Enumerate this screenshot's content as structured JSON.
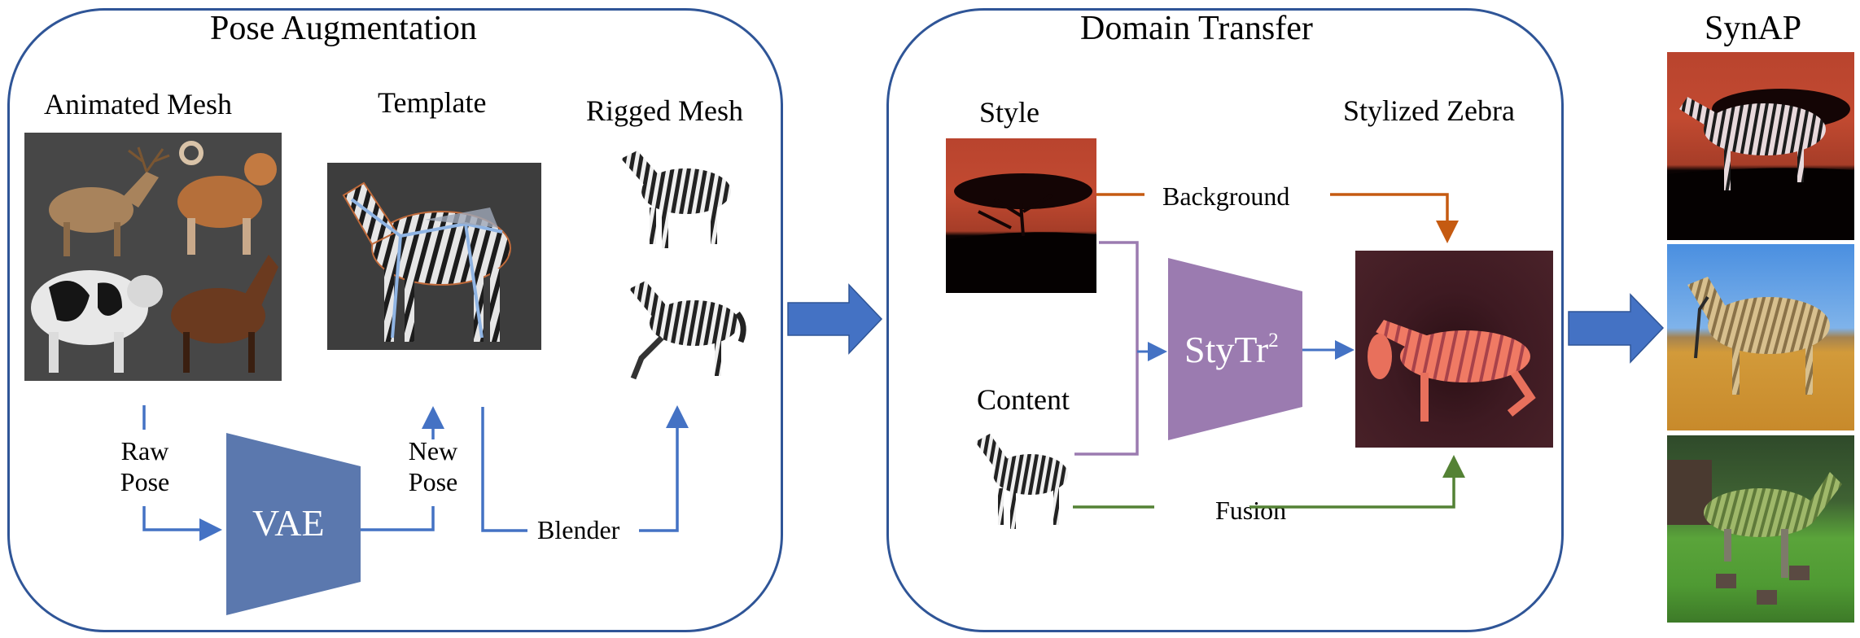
{
  "figure": {
    "colors": {
      "panel_border": "#2f5597",
      "flow_arrow": "#4472c4",
      "vae_block": "#5b78ae",
      "stytr_block": "#9b7bb0",
      "background_path": "#c55a11",
      "content_path": "#9b7bb0",
      "fusion_path": "#548235"
    },
    "pose_augmentation": {
      "title": "Pose Augmentation",
      "animated_mesh": {
        "label": "Animated Mesh",
        "image": "animated-mesh-render",
        "animals": [
          "deer",
          "dog",
          "cow",
          "horse"
        ]
      },
      "template": {
        "label": "Template",
        "image": "rigged-zebra-template-in-blender"
      },
      "rigged_mesh": {
        "label": "Rigged Mesh",
        "images": [
          "zebra-pose-1",
          "zebra-pose-2"
        ]
      },
      "raw_pose_label_1": "Raw",
      "raw_pose_label_2": "Pose",
      "vae_label": "VAE",
      "new_pose_label_1": "New",
      "new_pose_label_2": "Pose",
      "blender_label": "Blender"
    },
    "domain_transfer": {
      "title": "Domain Transfer",
      "style_label": "Style",
      "content_label": "Content",
      "stylized_label": "Stylized Zebra",
      "background_label": "Background",
      "fusion_label": "Fusion",
      "stytr_label": "StyTr",
      "stytr_superscript": "2"
    },
    "synap": {
      "title": "SynAP",
      "images": [
        "zebra-in-sunset-savanna",
        "zebra-in-grassland",
        "zebra-in-garden"
      ]
    }
  }
}
